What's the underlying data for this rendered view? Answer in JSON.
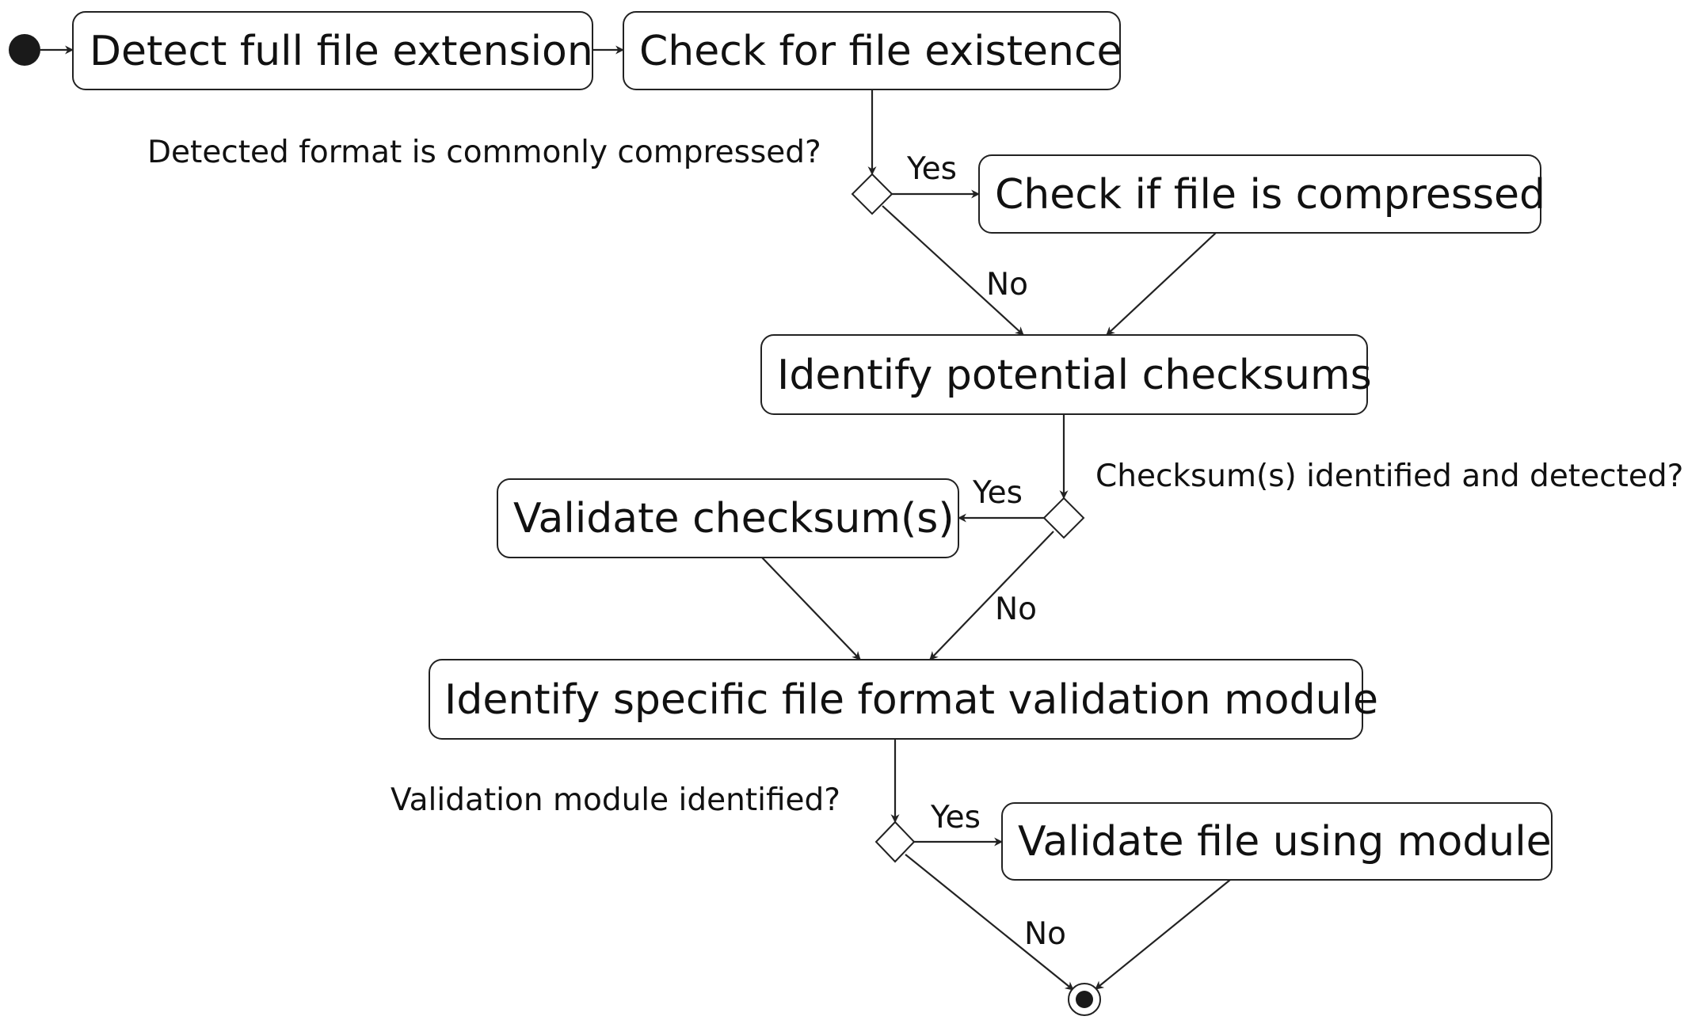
{
  "nodes": {
    "detect_extension": "Detect full file extension",
    "check_existence": "Check for file existence",
    "check_compressed": "Check if file is compressed",
    "identify_checksums": "Identify potential checksums",
    "validate_checksums": "Validate checksum(s)",
    "identify_module": "Identify specific file format validation module",
    "validate_module": "Validate file using module"
  },
  "decisions": {
    "compressed_question": "Detected format is commonly compressed?",
    "checksum_question": "Checksum(s) identified and detected?",
    "module_question": "Validation module identified?"
  },
  "edge_labels": {
    "compressed_yes": "Yes",
    "compressed_no": "No",
    "checksum_yes": "Yes",
    "checksum_no": "No",
    "module_yes": "Yes",
    "module_no": "No"
  }
}
